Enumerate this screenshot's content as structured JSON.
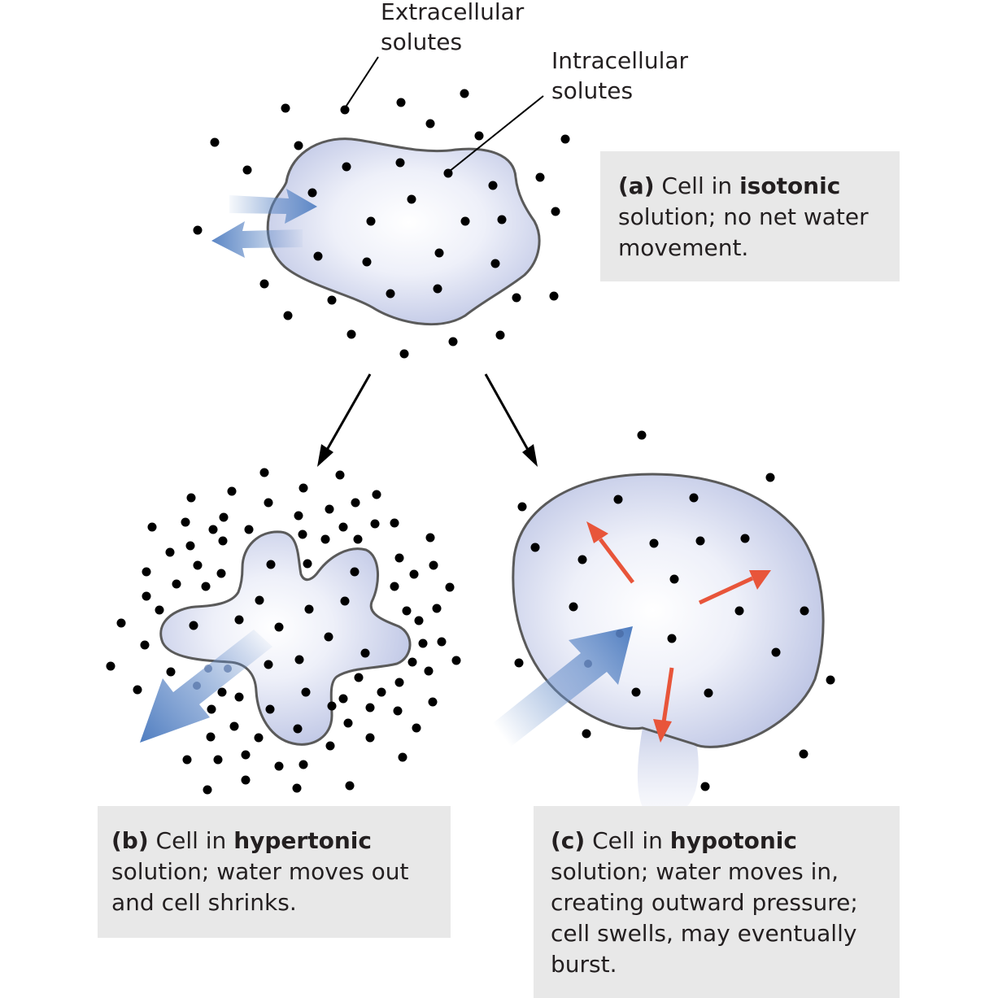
{
  "labels": {
    "extracellular": [
      "Extracellular",
      "solutes"
    ],
    "intracellular": [
      "Intracellular",
      "solutes"
    ]
  },
  "panels": {
    "a": {
      "letter": "(a)",
      "pre": " Cell in ",
      "keyword": "isotonic",
      "lines": [
        " solution; no net water",
        "movement."
      ]
    },
    "b": {
      "letter": "(b)",
      "pre": " Cell in ",
      "keyword": "hypertonic",
      "lines": [
        " solution; water moves out",
        "and cell shrinks."
      ]
    },
    "c": {
      "letter": "(c)",
      "pre": " Cell in ",
      "keyword": "hypotonic",
      "lines": [
        " solution; water moves in,",
        "creating outward pressure;",
        "cell swells, may eventually",
        "burst."
      ]
    }
  },
  "colors": {
    "membrane": "#5a5a5a",
    "cytoplasm_light": "#ffffff",
    "cytoplasm_dark": "#bcc4e4",
    "water_arrow": "#5b86c5",
    "pressure_arrow": "#e8553a",
    "solute": "#000000",
    "caption_bg": "#e8e8e8"
  }
}
